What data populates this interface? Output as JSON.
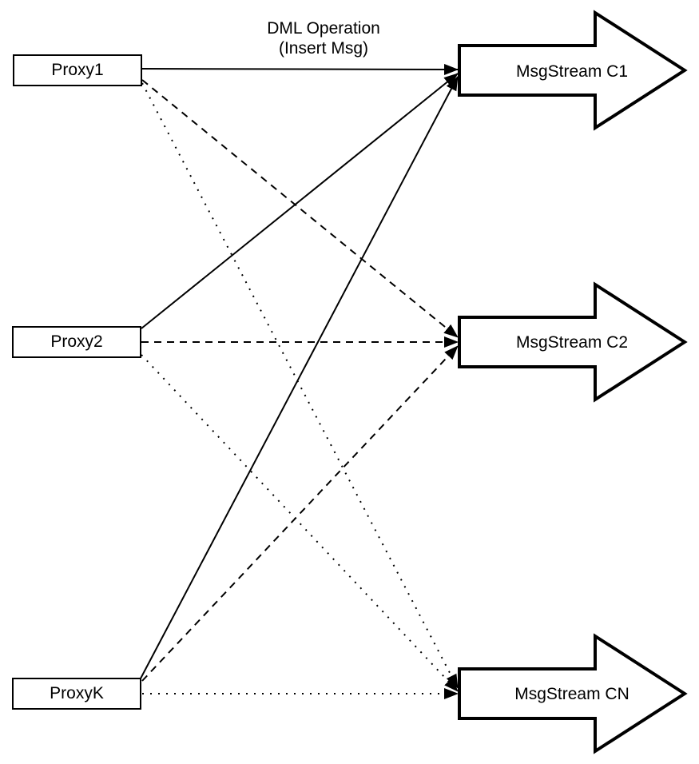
{
  "canvas": {
    "background_color": "#ffffff",
    "line_color": "#000000",
    "shape_fill_color": "#ffffff"
  },
  "annotation": {
    "line1": "DML Operation",
    "line2": "(Insert Msg)"
  },
  "proxies": [
    {
      "id": "proxy1",
      "label": "Proxy1"
    },
    {
      "id": "proxy2",
      "label": "Proxy2"
    },
    {
      "id": "proxyk",
      "label": "ProxyK"
    }
  ],
  "streams": [
    {
      "id": "c1",
      "label": "MsgStream C1"
    },
    {
      "id": "c2",
      "label": "MsgStream C2"
    },
    {
      "id": "cn",
      "label": "MsgStream CN"
    }
  ],
  "connections": [
    {
      "from": "Proxy1",
      "to": "MsgStream C1",
      "line_style": "solid"
    },
    {
      "from": "Proxy1",
      "to": "MsgStream C2",
      "line_style": "dashed"
    },
    {
      "from": "Proxy1",
      "to": "MsgStream CN",
      "line_style": "dotted"
    },
    {
      "from": "Proxy2",
      "to": "MsgStream C1",
      "line_style": "solid"
    },
    {
      "from": "Proxy2",
      "to": "MsgStream C2",
      "line_style": "dashed"
    },
    {
      "from": "Proxy2",
      "to": "MsgStream CN",
      "line_style": "dotted"
    },
    {
      "from": "ProxyK",
      "to": "MsgStream C1",
      "line_style": "solid"
    },
    {
      "from": "ProxyK",
      "to": "MsgStream C2",
      "line_style": "dashed"
    },
    {
      "from": "ProxyK",
      "to": "MsgStream CN",
      "line_style": "dotted"
    }
  ]
}
